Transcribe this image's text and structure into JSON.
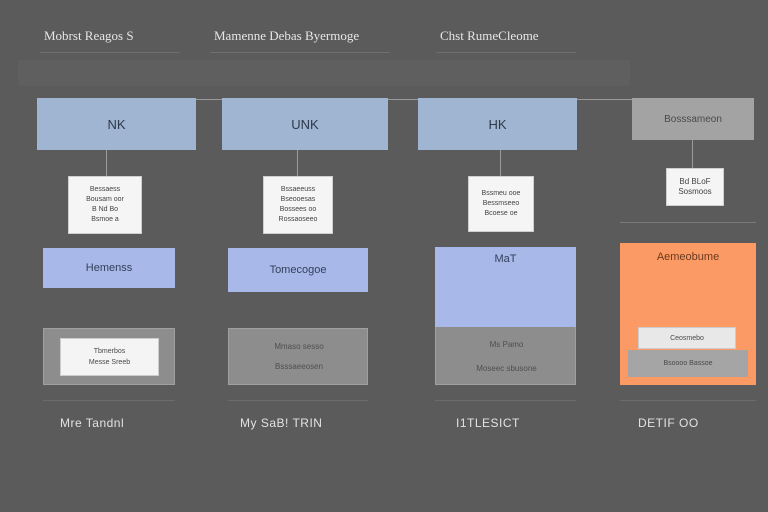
{
  "headers": [
    "Mobrst Reagos S",
    "Mamenne Debas Byermoge",
    "Chst RumeCleome"
  ],
  "columns": [
    {
      "top_label": "NK",
      "note_lines": [
        "Bessaess",
        "Bousam oor",
        "B Nd Bo",
        "Bsmoe a"
      ],
      "mid_label": "Hemenss",
      "card_lines": [
        "Tbmerbos",
        "Messe Sreeb"
      ],
      "footer": "Mre Tandnl"
    },
    {
      "top_label": "UNK",
      "note_lines": [
        "Bssaeeuss",
        "Bseooesas",
        "Bossees oo",
        "Rossaoseeo"
      ],
      "mid_label": "Tomecogoe",
      "card_lines": [
        "Mmaso sesso",
        "Bsssaeeosen"
      ],
      "footer": "My SaB! TRIN"
    },
    {
      "top_label": "HK",
      "note_lines": [
        "Bssmeu ooe",
        "Bessmseeo",
        "Bcoese oe"
      ],
      "mid_label": "MaT",
      "card_lines": [
        "Ms Pamo",
        "Moseec sbusone"
      ],
      "footer": "I1TLESICT"
    },
    {
      "top_label": "Bosssameon",
      "note_lines": [
        "Bd BLoF",
        "Sosmoos"
      ],
      "mid_label": "Aemeobume",
      "card_lines": [
        "Ceosmebo",
        "Bsoooo Bassoe"
      ],
      "footer": "DETIF OO"
    }
  ],
  "colors": {
    "background": "#5b5b5c",
    "top_blue": "#9fb5d1",
    "mid_blue": "#a8b8e8",
    "orange": "#fb9a64",
    "gray_box": "#8d8d8e"
  }
}
